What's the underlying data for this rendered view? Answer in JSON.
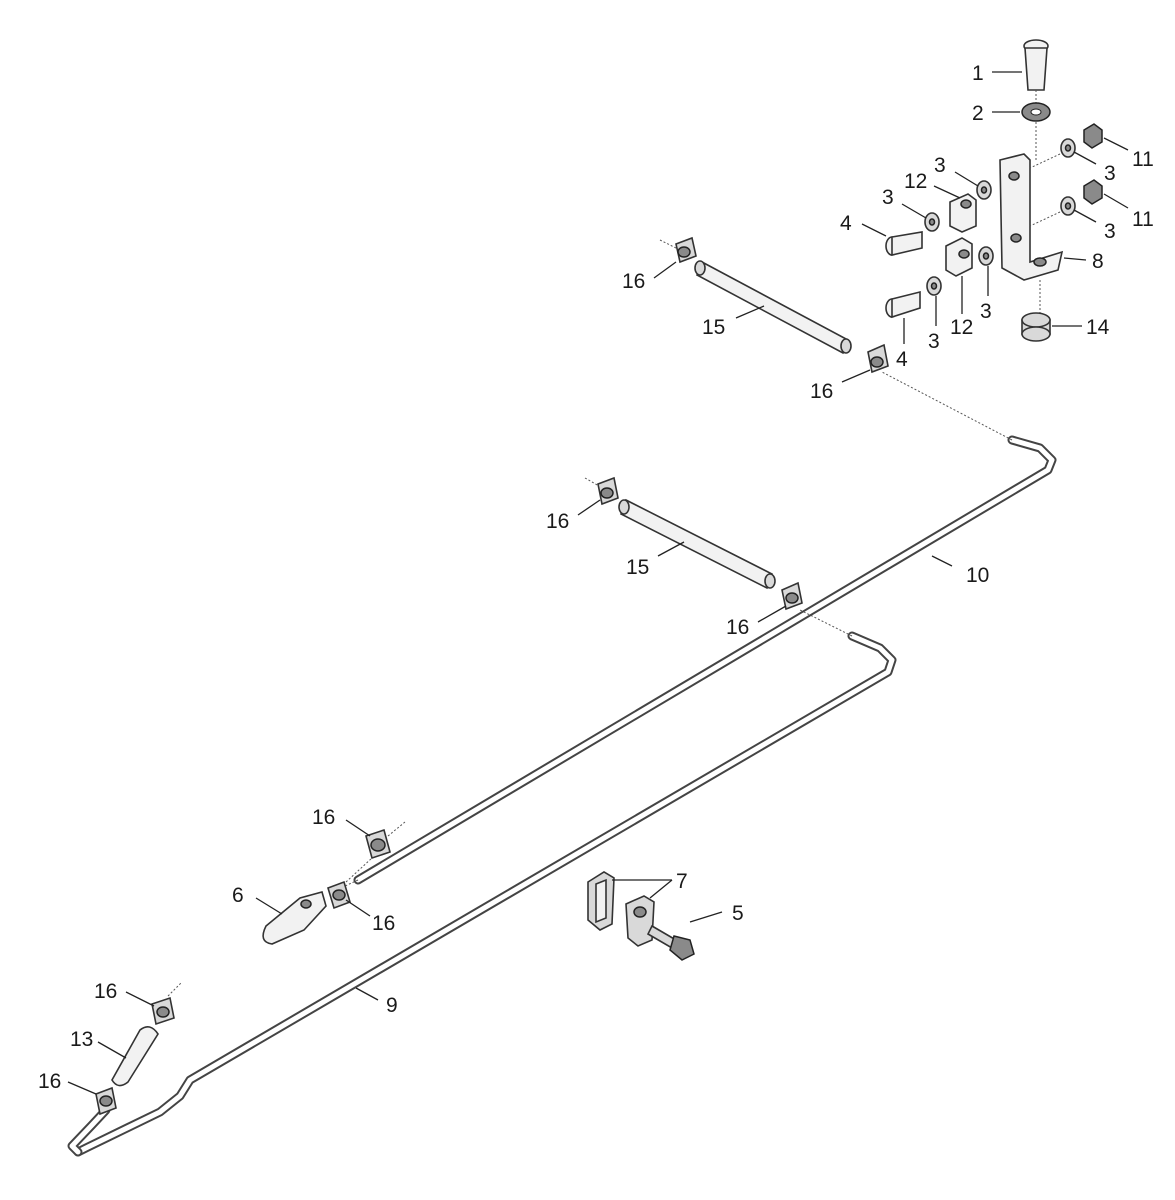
{
  "diagram": {
    "callouts": [
      {
        "id": "c1",
        "text": "1"
      },
      {
        "id": "c2",
        "text": "2"
      },
      {
        "id": "c3a",
        "text": "3"
      },
      {
        "id": "c3b",
        "text": "3"
      },
      {
        "id": "c3c",
        "text": "3"
      },
      {
        "id": "c3d",
        "text": "3"
      },
      {
        "id": "c3e",
        "text": "3"
      },
      {
        "id": "c3f",
        "text": "3"
      },
      {
        "id": "c4a",
        "text": "4"
      },
      {
        "id": "c4b",
        "text": "4"
      },
      {
        "id": "c5",
        "text": "5"
      },
      {
        "id": "c6",
        "text": "6"
      },
      {
        "id": "c7",
        "text": "7"
      },
      {
        "id": "c8",
        "text": "8"
      },
      {
        "id": "c9",
        "text": "9"
      },
      {
        "id": "c10",
        "text": "10"
      },
      {
        "id": "c11a",
        "text": "11"
      },
      {
        "id": "c11b",
        "text": "11"
      },
      {
        "id": "c12a",
        "text": "12"
      },
      {
        "id": "c12b",
        "text": "12"
      },
      {
        "id": "c13",
        "text": "13"
      },
      {
        "id": "c14",
        "text": "14"
      },
      {
        "id": "c15a",
        "text": "15"
      },
      {
        "id": "c15b",
        "text": "15"
      },
      {
        "id": "c16a",
        "text": "16"
      },
      {
        "id": "c16b",
        "text": "16"
      },
      {
        "id": "c16c",
        "text": "16"
      },
      {
        "id": "c16d",
        "text": "16"
      },
      {
        "id": "c16e",
        "text": "16"
      },
      {
        "id": "c16f",
        "text": "16"
      },
      {
        "id": "c16g",
        "text": "16"
      },
      {
        "id": "c16h",
        "text": "16"
      }
    ]
  }
}
